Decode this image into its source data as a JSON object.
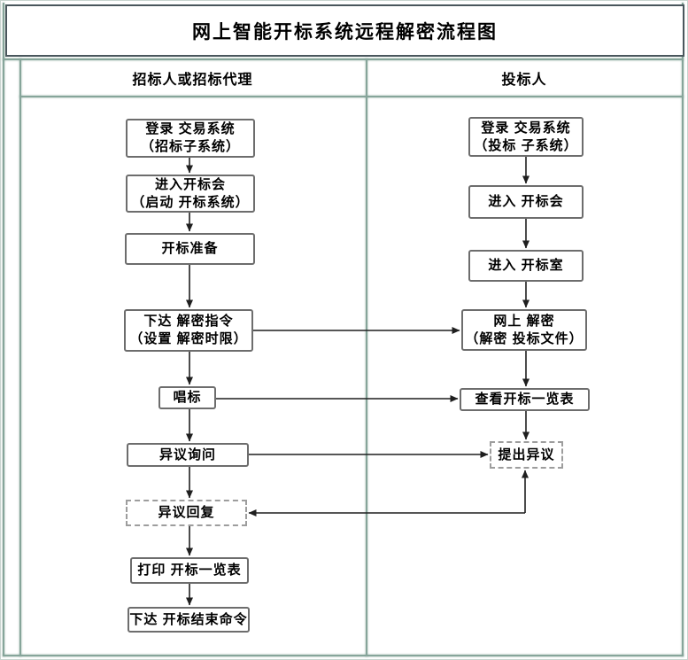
{
  "title": "网上智能开标系统远程解密流程图",
  "lanes": {
    "left": "招标人或招标代理",
    "right": "投标人"
  },
  "nodes": {
    "l1": {
      "line1": "登录 交易系统",
      "line2": "（招标子系统）"
    },
    "l2": {
      "line1": "进入开标会",
      "line2": "（启动 开标系统）"
    },
    "l3": {
      "line1": "开标准备"
    },
    "l4": {
      "line1": "下达 解密指令",
      "line2": "（设置 解密时限）"
    },
    "l5": {
      "line1": "唱标"
    },
    "l6": {
      "line1": "异议询问"
    },
    "l7": {
      "line1": "异议回复"
    },
    "l8": {
      "line1": "打印 开标一览表"
    },
    "l9": {
      "line1": "下达 开标结束命令"
    },
    "r1": {
      "line1": "登录 交易系统",
      "line2": "（投标 子系统）"
    },
    "r2": {
      "line1": "进入 开标会"
    },
    "r3": {
      "line1": "进入 开标室"
    },
    "r4": {
      "line1": "网上 解密",
      "line2": "（解密 投标文件）"
    },
    "r5": {
      "line1": "查看开标一览表"
    },
    "r6": {
      "line1": "提出异议"
    }
  },
  "colors": {
    "grid_line": "#86a59a",
    "title_border": "#49565c",
    "node_border": "#6d6d6d",
    "dashed_node_border": "#9d9d9d",
    "arrow": "#1f1f1f",
    "background": "#ffffff",
    "text": "#000000"
  }
}
